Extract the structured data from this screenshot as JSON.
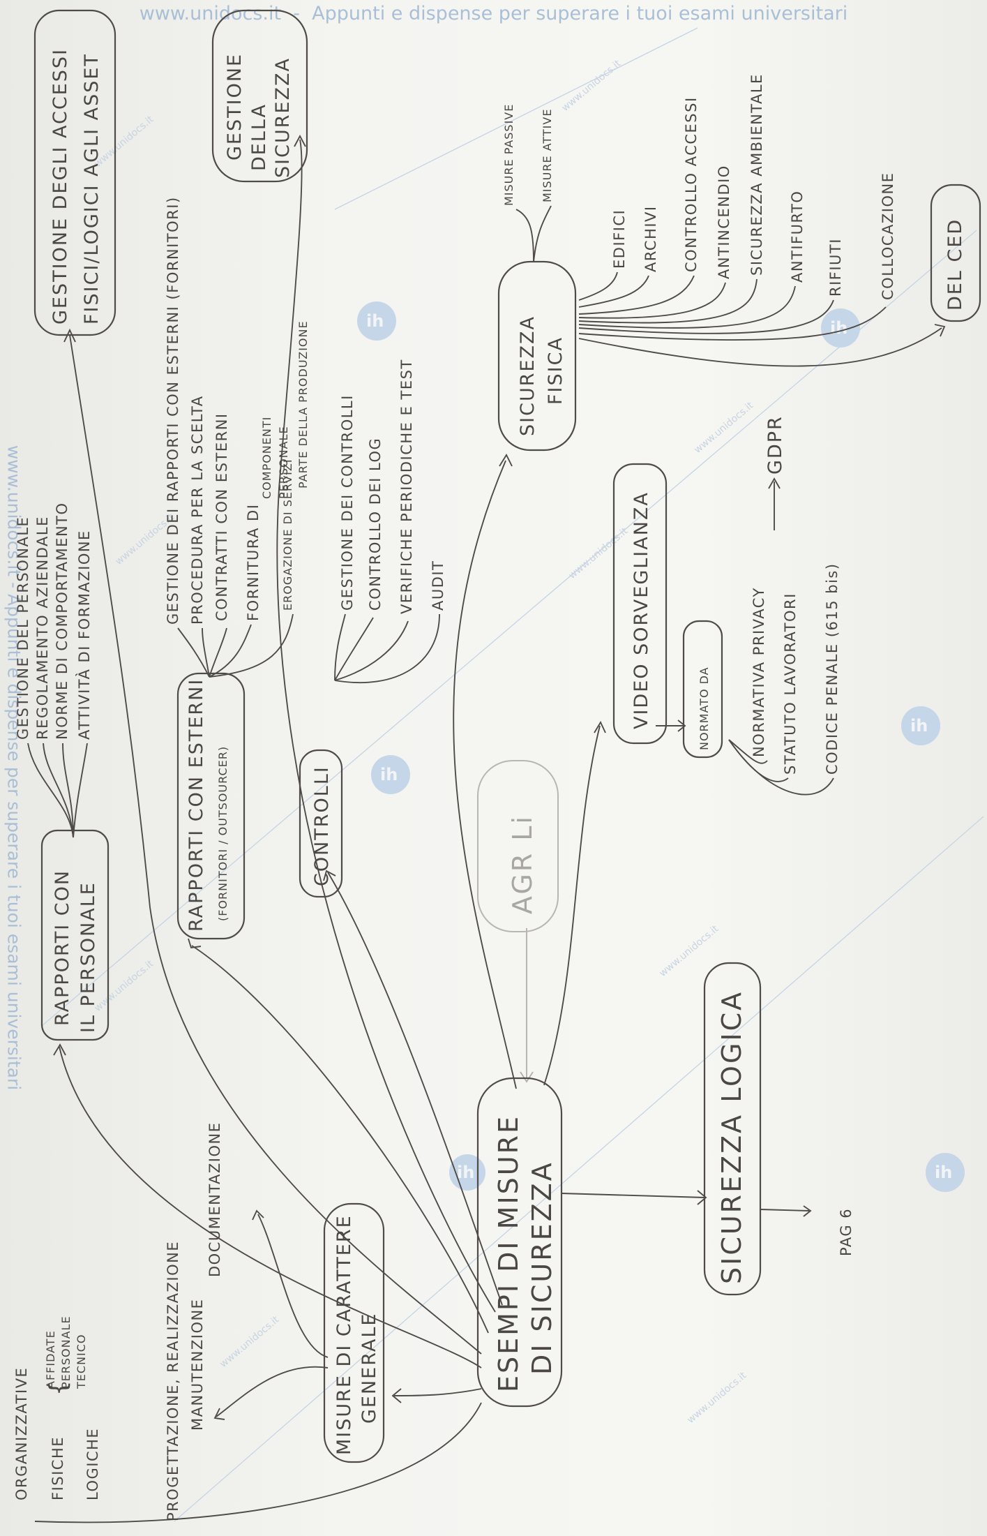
{
  "watermark": {
    "top": "www.unidocs.it  -  Appunti e dispense per superare i tuoi esami universitari",
    "side": "www.unidocs.it - Appunti e dispense per superare i tuoi esami universitari",
    "small": "www.unidocs.it",
    "logo": "ih"
  },
  "page_label": "PAG 6",
  "center": {
    "line1": "ESEMPI DI MISURE",
    "line2": "DI SICUREZZA"
  },
  "generale": {
    "line1": "MISURE DI CARATTERE",
    "line2": "GENERALE",
    "left_items": [
      "ORGANIZZATIVE",
      "FISICHE",
      "LOGICHE"
    ],
    "affidate": [
      "AFFIDATE",
      "PERSONALE",
      "TECNICO"
    ],
    "prog_line1": "PROGETTAZIONE, REALIZZAZIONE",
    "prog_line2": "MANUTENZIONE",
    "doc": "DOCUMENTAZIONE"
  },
  "personale": {
    "line1": "RAPPORTI CON",
    "line2": "IL PERSONALE",
    "items": [
      "GESTIONE DEL PERSONALE",
      "REGOLAMENTO AZIENDALE",
      "NORME DI COMPORTAMENTO",
      "ATTIVITÀ DI FORMAZIONE"
    ]
  },
  "accessi": {
    "line1": "GESTIONE DEGLI ACCESSI",
    "line2": "FISICI/LOGICI AGLI ASSET"
  },
  "esterni": {
    "line1": "RAPPORTI CON ESTERNI",
    "line2": "(FORNITORI / OUTSOURCER)",
    "items": [
      "GESTIONE DEI RAPPORTI CON ESTERNI (FORNITORI)",
      "PROCEDURA PER LA SCELTA",
      "CONTRATTI CON ESTERNI",
      "FORNITURA DI",
      "EROGAZIONE DI SERVIZI"
    ],
    "fornitura_sub": [
      "COMPONENTI",
      "PERSONALE"
    ],
    "erogazione_sub": "PARTE DELLA PRODUZIONE"
  },
  "gestione_sicurezza": {
    "line1": "GESTIONE",
    "line2": "DELLA",
    "line3": "SICUREZZA"
  },
  "controlli": {
    "label": "CONTROLLI",
    "items": [
      "GESTIONE DEI CONTROLLI",
      "CONTROLLO DEI LOG",
      "VERIFICHE PERIODICHE E TEST",
      "AUDIT"
    ]
  },
  "agr": "AGR Li",
  "video": {
    "label": "VIDEO SORVEGLIANZA",
    "normato": "NORMATO DA",
    "items": [
      "NORMATIVA PRIVACY",
      "STATUTO LAVORATORI",
      "CODICE PENALE (615 bis)"
    ],
    "gdpr": "GDPR"
  },
  "fisica": {
    "line1": "SICUREZZA",
    "line2": "FISICA",
    "measures": [
      "MISURE PASSIVE",
      "MISURE ATTIVE"
    ],
    "items": [
      "EDIFICI",
      "ARCHIVI",
      "CONTROLLO ACCESSI",
      "ANTINCENDIO",
      "SICUREZZA AMBIENTALE",
      "ANTIFURTO",
      "RIFIUTI",
      "COLLOCAZIONE"
    ],
    "ced": "DEL CED"
  },
  "logica": {
    "label": "SICUREZZA LOGICA"
  }
}
